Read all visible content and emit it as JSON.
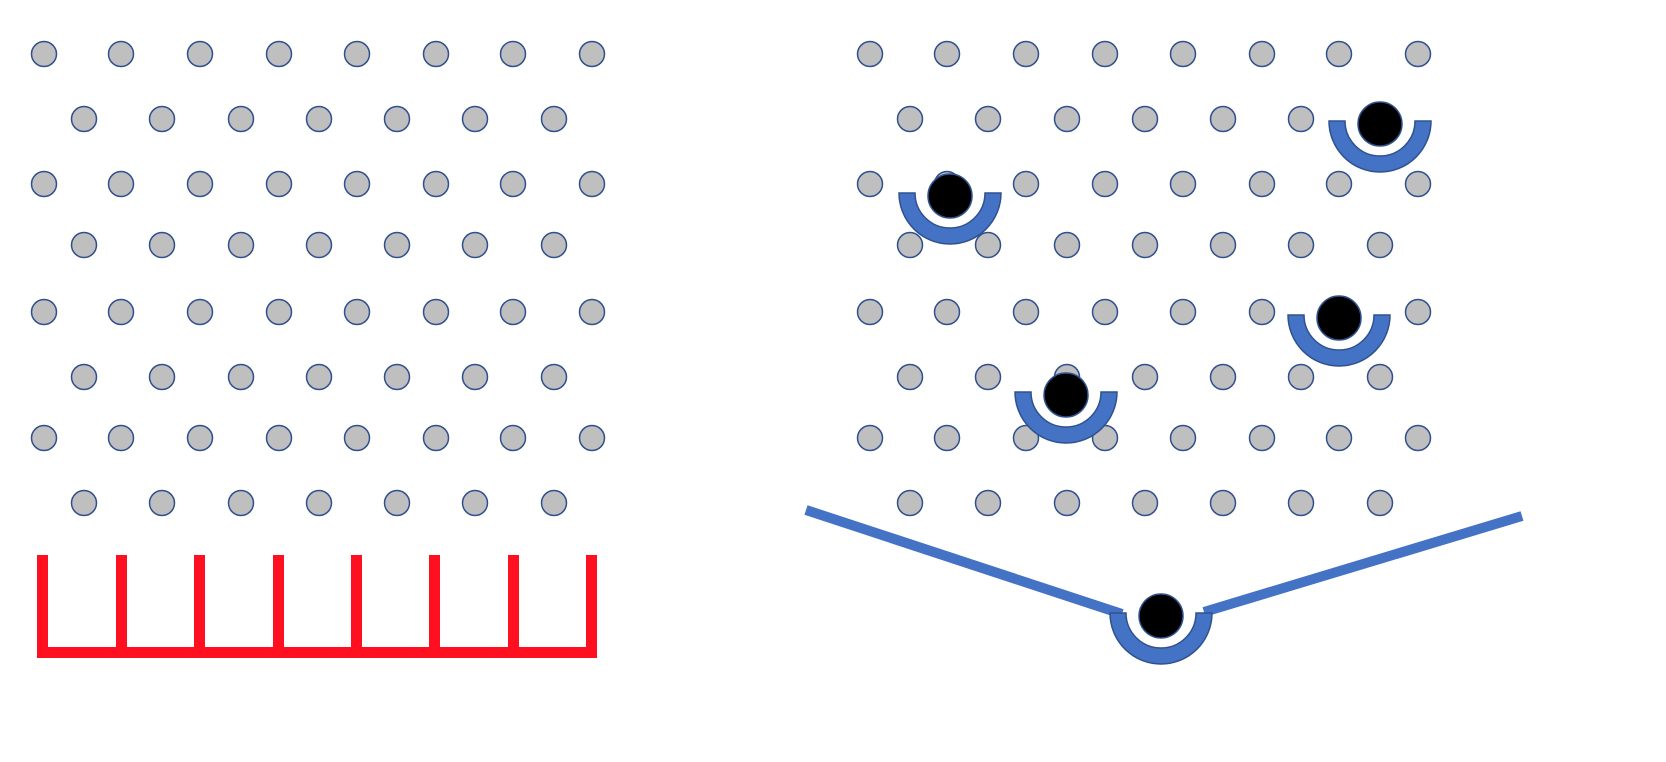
{
  "colors": {
    "background": "#ffffff",
    "peg_fill": "#bfbfbf",
    "peg_stroke": "#2f4f8f",
    "bins": "#ff1021",
    "cup_fill": "#4472c4",
    "cup_stroke": "#2f528f",
    "ball": "#000000",
    "funnel": "#4472c4"
  },
  "left_panel": {
    "name": "peg-board-with-bins",
    "peg_rows": 8,
    "pegs_in_long_row": 8,
    "pegs_in_short_row": 7,
    "bin_count": 7
  },
  "right_panel": {
    "name": "peg-board-with-cups-and-funnel",
    "peg_rows": 8,
    "pegs_in_long_row": 8,
    "pegs_in_short_row": 7,
    "cups_with_balls": 4,
    "funnel_balls": 1
  }
}
